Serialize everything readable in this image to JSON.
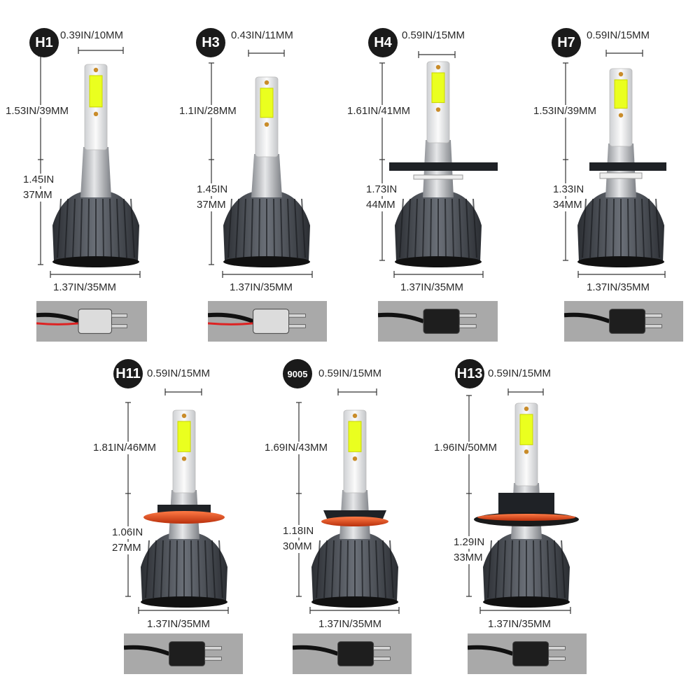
{
  "bulbs": [
    {
      "type": "H1",
      "top_width": "0.39IN/10MM",
      "upper_height": "1.53IN/39MM",
      "lower_height_in": "1.45IN",
      "lower_height_mm": "37MM",
      "base_width": "1.37IN/35MM"
    },
    {
      "type": "H3",
      "top_width": "0.43IN/11MM",
      "upper_height": "1.1IN/28MM",
      "lower_height_in": "1.45IN",
      "lower_height_mm": "37MM",
      "base_width": "1.37IN/35MM"
    },
    {
      "type": "H4",
      "top_width": "0.59IN/15MM",
      "upper_height": "1.61IN/41MM",
      "lower_height_in": "1.73IN",
      "lower_height_mm": "44MM",
      "base_width": "1.37IN/35MM"
    },
    {
      "type": "H7",
      "top_width": "0.59IN/15MM",
      "upper_height": "1.53IN/39MM",
      "lower_height_in": "1.33IN",
      "lower_height_mm": "34MM",
      "base_width": "1.37IN/35MM"
    },
    {
      "type": "H11",
      "top_width": "0.59IN/15MM",
      "upper_height": "1.81IN/46MM",
      "lower_height_in": "1.06IN",
      "lower_height_mm": "27MM",
      "base_width": "1.37IN/35MM"
    },
    {
      "type": "9005",
      "top_width": "0.59IN/15MM",
      "upper_height": "1.69IN/43MM",
      "lower_height_in": "1.18IN",
      "lower_height_mm": "30MM",
      "base_width": "1.37IN/35MM"
    },
    {
      "type": "H13",
      "top_width": "0.59IN/15MM",
      "upper_height": "1.96IN/50MM",
      "lower_height_in": "1.29IN",
      "lower_height_mm": "33MM",
      "base_width": "1.37IN/35MM"
    }
  ],
  "colors": {
    "badge": "#1a1a1a",
    "led_chip": "#eaff1f",
    "heatsink": "#4a4e55",
    "collar_red": "#e0451c",
    "plug_background": "#a9a9a9"
  },
  "icons": [
    "dimension-line-icon",
    "led-bulb-icon",
    "connector-plug-icon"
  ]
}
